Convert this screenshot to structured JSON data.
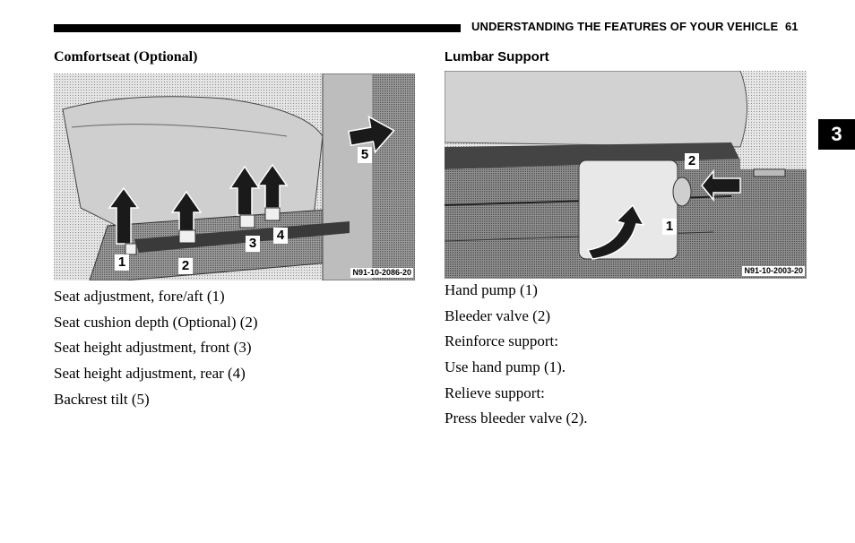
{
  "header": {
    "running_title": "UNDERSTANDING THE FEATURES OF YOUR VEHICLE",
    "page_number": "61",
    "chapter_tab": "3"
  },
  "left_section": {
    "title": "Comfortseat (Optional)",
    "figure_id": "N91-10-2086-20",
    "callouts": [
      "1",
      "2",
      "3",
      "4",
      "5"
    ],
    "items": [
      "Seat adjustment, fore/aft (1)",
      "Seat cushion depth (Optional) (2)",
      "Seat height adjustment, front (3)",
      "Seat height adjustment, rear (4)",
      "Backrest tilt (5)"
    ]
  },
  "right_section": {
    "title": "Lumbar Support",
    "figure_id": "N91-10-2003-20",
    "callouts": [
      "1",
      "2"
    ],
    "items": [
      "Hand pump (1)",
      "Bleeder valve (2)",
      "Reinforce support:",
      "Use hand pump (1).",
      "Relieve support:",
      "Press bleeder valve (2)."
    ]
  }
}
